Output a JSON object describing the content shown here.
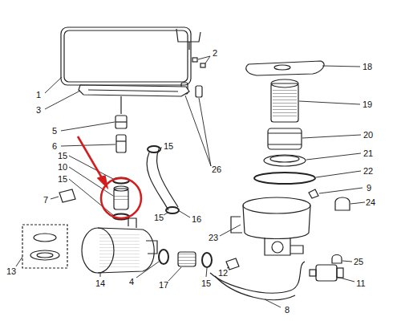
{
  "diagram": {
    "labels": [
      "1",
      "2",
      "3",
      "26",
      "18",
      "19",
      "5",
      "6",
      "20",
      "15",
      "21",
      "15",
      "10",
      "22",
      "9",
      "15",
      "7",
      "24",
      "16",
      "15",
      "23",
      "25",
      "12",
      "13",
      "14",
      "4",
      "17",
      "15",
      "8",
      "11"
    ]
  }
}
